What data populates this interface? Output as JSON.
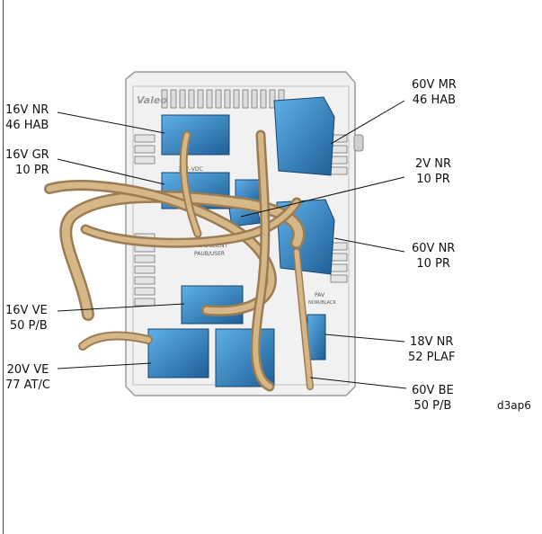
{
  "callouts": [
    {
      "id": "c1",
      "line1": "16V NR",
      "line2": "46 HAB"
    },
    {
      "id": "c2",
      "line1": "16V GR",
      "line2": "10 PR"
    },
    {
      "id": "c3",
      "line1": "16V VE",
      "line2": "50 P/B"
    },
    {
      "id": "c4",
      "line1": "20V VE",
      "line2": "77 AT/C"
    },
    {
      "id": "c5",
      "line1": "60V MR",
      "line2": "46 HAB"
    },
    {
      "id": "c6",
      "line1": "2V NR",
      "line2": "10 PR"
    },
    {
      "id": "c7",
      "line1": "60V NR",
      "line2": "10 PR"
    },
    {
      "id": "c8",
      "line1": "18V NR",
      "line2": "52 PLAF"
    },
    {
      "id": "c9",
      "line1": "60V BE",
      "line2": "50 P/B"
    }
  ],
  "reference_code": "d3ap6",
  "housing_logo": "Valeo",
  "housing_text": {
    "t1": "PAUC/CLIENT",
    "t2": "PAUB/USER",
    "t3": "PAV",
    "t4": "NOIR/BLACK",
    "t5": "12V–VDC"
  },
  "colors": {
    "connector_blue": "#3a8fd0",
    "connector_dark": "#1f5f97",
    "harness_tan": "#c9a878",
    "harness_shade": "#9c7c52",
    "housing": "#f1f1f1",
    "housing_line": "#9a9a9a"
  }
}
